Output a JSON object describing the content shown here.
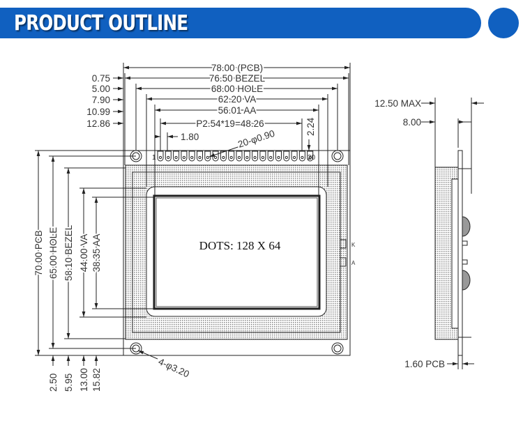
{
  "header": {
    "title": "PRODUCT OUTLINE"
  },
  "accent_color": "#1060c0",
  "front_view": {
    "top_dims": {
      "pcb": "78.00 (PCB)",
      "bezel": "76.50 BEZEL",
      "hole": "68.00 HOLE",
      "va": "62.20 VA",
      "aa": "56.01 AA",
      "pitch": "P2.54*19=48.26",
      "pin_w": "1.80",
      "pins": "20-φ0.90",
      "pin_offset": "2.24"
    },
    "left_offsets": [
      "0.75",
      "5.00",
      "7.90",
      "10.99",
      "12.86"
    ],
    "side_dims": {
      "pcb": "70.00 PCB",
      "hole": "65.00 HOLE",
      "bezel": "58.10 BEZEL",
      "va": "44.00 VA",
      "aa": "38.35 AA"
    },
    "bottom_offsets": [
      "2.50",
      "5.95",
      "13.00",
      "15.82"
    ],
    "holes": "4-φ3.20",
    "display_label": "DOTS: 128 X 64",
    "pin_first": "1",
    "pin_last": "20",
    "led_k": "K",
    "led_a": "A"
  },
  "side_view": {
    "max": "12.50 MAX",
    "height": "8.00",
    "pcb": "1.60 PCB"
  }
}
